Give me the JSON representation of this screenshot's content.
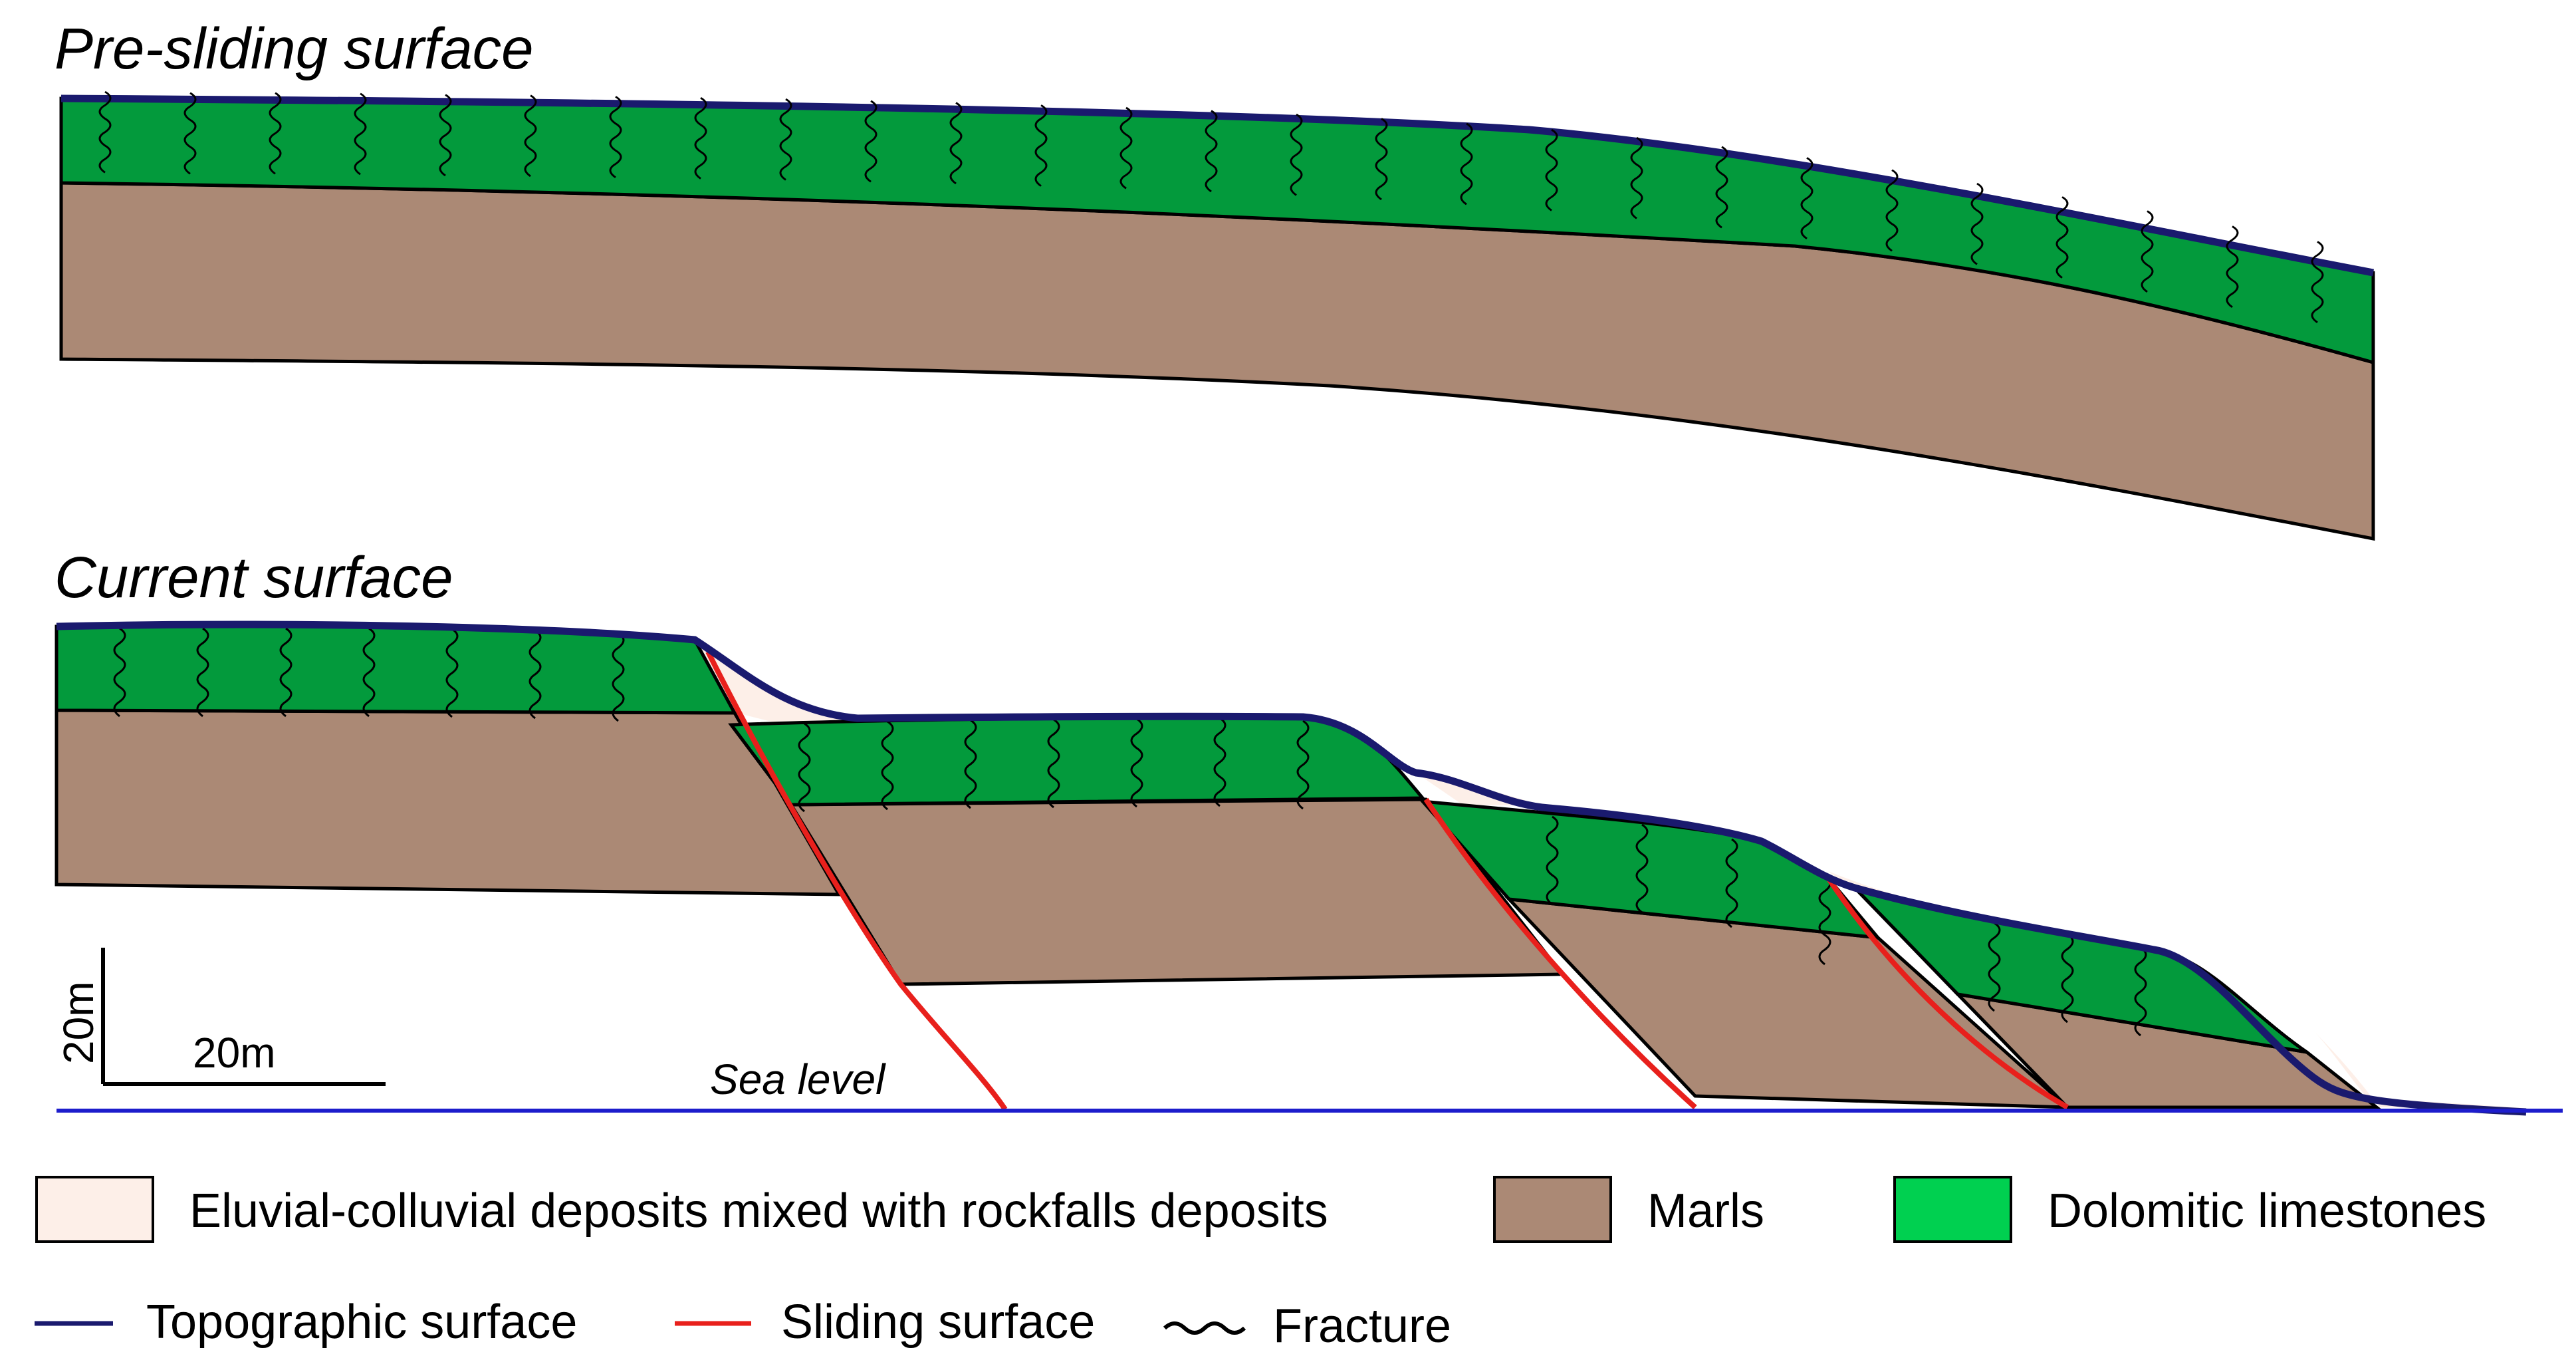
{
  "panels": {
    "top_title": "Pre-sliding surface",
    "bottom_title": "Current surface"
  },
  "scale": {
    "vertical": "20m",
    "horizontal": "20m"
  },
  "sea_level_label": "Sea level",
  "legend": {
    "eluvial": "Eluvial-colluvial deposits mixed with rockfalls deposits",
    "marls": "Marls",
    "dolomitic": "Dolomitic limestones",
    "topographic": "Topographic surface",
    "sliding": "Sliding surface",
    "fracture": "Fracture"
  },
  "colors": {
    "eluvial": "#fdefe8",
    "marls": "#ab8975",
    "dolomitic": "#039a3c",
    "dolomitic_legend": "#00d050",
    "topographic": "#1a1a6e",
    "sliding": "#e8201c",
    "sea": "#1d1dcc"
  }
}
